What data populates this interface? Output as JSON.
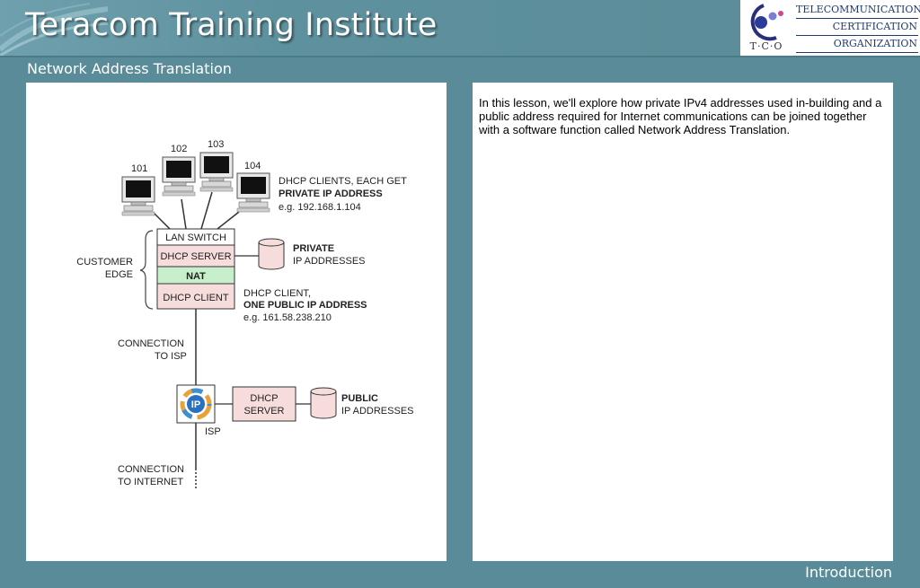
{
  "header": {
    "title": "Teracom Training Institute",
    "logo": {
      "mark_text": "T·C·O",
      "lines": [
        "TELECOMMUNICATIONS",
        "CERTIFICATION",
        "ORGANIZATION"
      ]
    }
  },
  "page": {
    "subtitle": "Network Address Translation",
    "footer_label": "Introduction"
  },
  "lesson": {
    "text": "In this lesson, we'll explore how private IPv4 addresses used in-building and a public address required for Internet communications can be joined together with a software function called Network Address Translation."
  },
  "diagram": {
    "computers": [
      "101",
      "102",
      "103",
      "104"
    ],
    "clients_note": {
      "line1": "DHCP CLIENTS, EACH GET",
      "line2": "PRIVATE IP ADDRESS",
      "line3": "e.g. 192.168.1.104"
    },
    "stack": {
      "lan_switch": "LAN SWITCH",
      "dhcp_server": "DHCP SERVER",
      "nat": "NAT",
      "dhcp_client": "DHCP CLIENT"
    },
    "customer_edge": {
      "line1": "CUSTOMER",
      "line2": "EDGE"
    },
    "private_db": {
      "line1": "PRIVATE",
      "line2": "IP ADDRESSES"
    },
    "client_note": {
      "line1": "DHCP CLIENT,",
      "line2": "ONE PUBLIC IP ADDRESS",
      "line3": "e.g. 161.58.238.210"
    },
    "connection_isp": {
      "line1": "CONNECTION",
      "line2": "TO ISP"
    },
    "router_label": "IP",
    "isp_label": "ISP",
    "isp_dhcp": {
      "line1": "DHCP",
      "line2": "SERVER"
    },
    "public_db": {
      "line1": "PUBLIC",
      "line2": "IP ADDRESSES"
    },
    "connection_internet": {
      "line1": "CONNECTION",
      "line2": "TO INTERNET"
    }
  },
  "colors": {
    "background": "#5a8b98",
    "panel": "#ffffff",
    "box_pink": "#f7dcdc",
    "box_green": "#c8efcc",
    "logo_blue": "#1f3a6e"
  }
}
